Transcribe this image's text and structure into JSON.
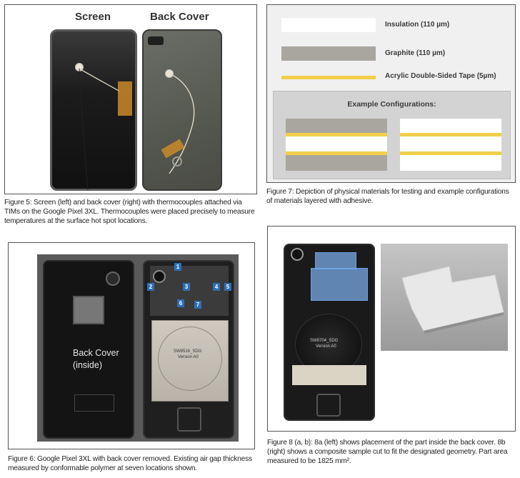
{
  "figure5": {
    "label_screen": "Screen",
    "label_back": "Back Cover",
    "caption": "Figure 5: Screen (left) and back cover (right) with thermocouples attached via TIMs on the Google Pixel 3XL. Thermocouples were placed precisely to measure temperatures at the surface hot spot locations."
  },
  "figure7": {
    "materials": [
      {
        "label": "Insulation (110 µm)",
        "color": "#ffffff"
      },
      {
        "label": "Graphite (110 µm)",
        "color": "#a9a6a0"
      },
      {
        "label": "Acrylic Double-Sided Tape (5µm)",
        "color": "#f2cf4a"
      }
    ],
    "example_title": "Example Configurations:",
    "caption": "Figure 7: Depiction of physical materials for testing and example configurations of materials layered with adhesive."
  },
  "figure6": {
    "back_cover_text": "Back Cover (inside)",
    "markers": [
      "1",
      "2",
      "3",
      "4",
      "5",
      "6",
      "7"
    ],
    "chip_text_1": "SW8516_SDG",
    "chip_text_2": "Version A0",
    "caption": "Figure 6: Google Pixel 3XL with back cover removed. Existing air gap thickness measured by conformable polymer at seven locations shown."
  },
  "figure8": {
    "chip_text_1": "SW8704_SDG",
    "chip_text_2": "Version A0",
    "caption": "Figure 8 (a, b): 8a (left) shows placement of the part inside the back cover. 8b (right) shows a composite sample cut to fit the designated geometry. Part area measured to be 1825 mm²."
  }
}
